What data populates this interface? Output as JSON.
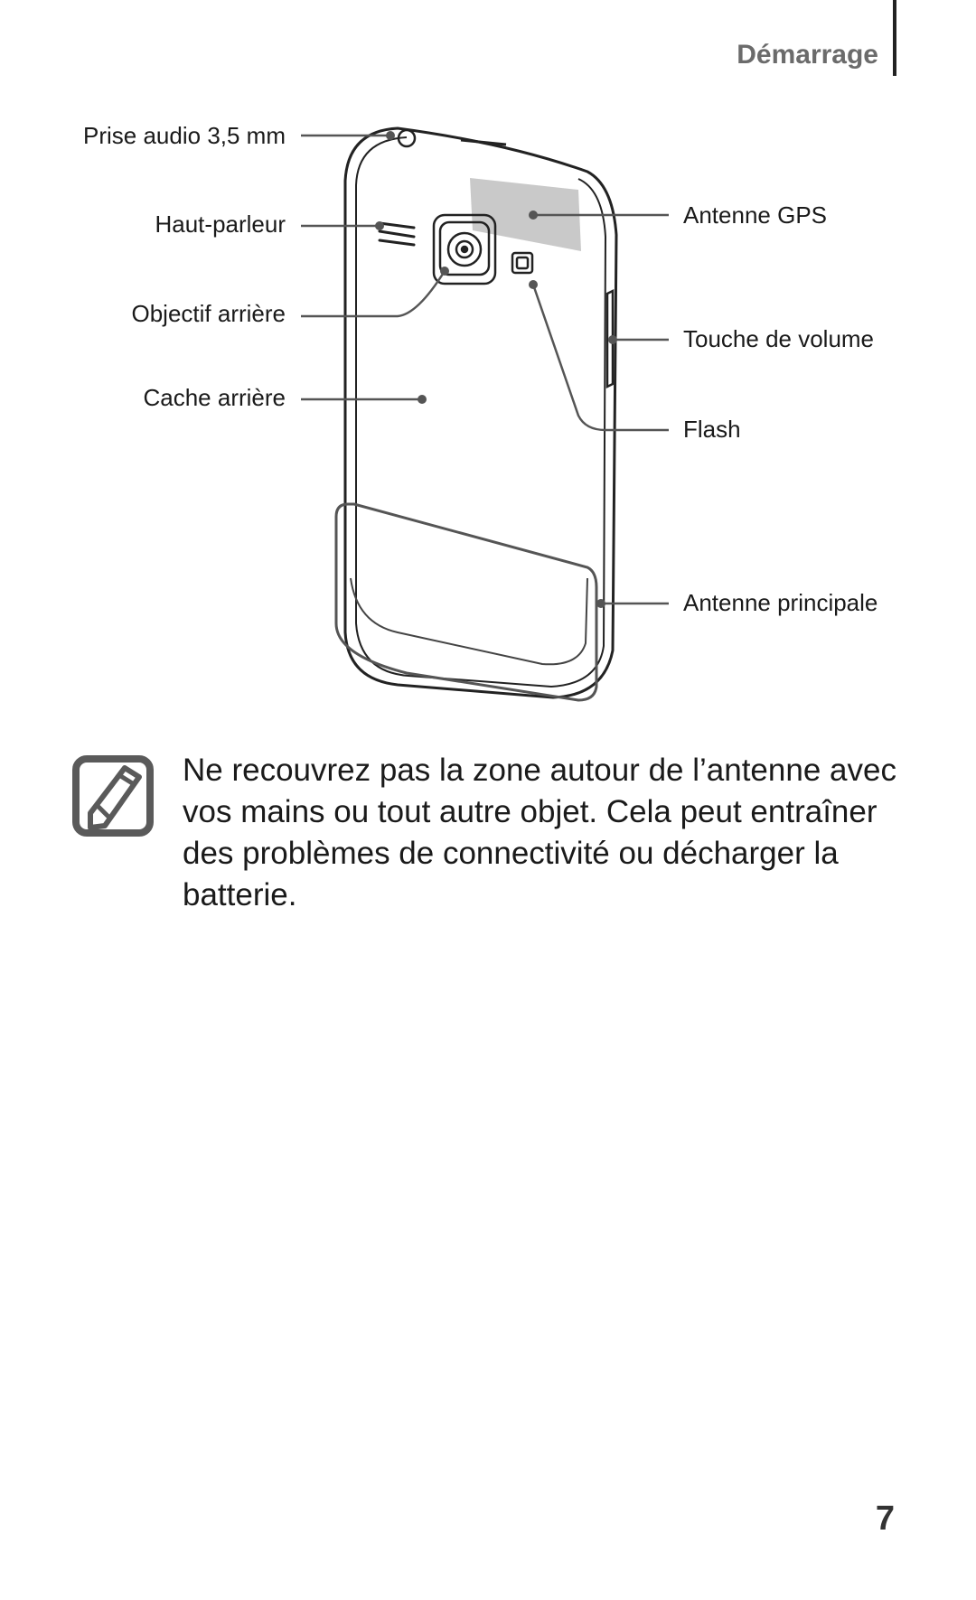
{
  "header": {
    "section_title": "Démarrage"
  },
  "figure": {
    "callouts": {
      "audio_jack": "Prise audio 3,5 mm",
      "speaker": "Haut-parleur",
      "rear_camera": "Objectif arrière",
      "back_cover": "Cache arrière",
      "gps_antenna": "Antenne GPS",
      "volume_key": "Touche de volume",
      "flash": "Flash",
      "main_antenna": "Antenne principale"
    }
  },
  "note": {
    "icon": "note-pencil-icon",
    "text": "Ne recouvrez pas la zone autour de l’antenne avec vos mains ou tout autre objet. Cela peut entraîner des problèmes de connectivité ou décharger la batterie."
  },
  "footer": {
    "page_number": "7"
  }
}
